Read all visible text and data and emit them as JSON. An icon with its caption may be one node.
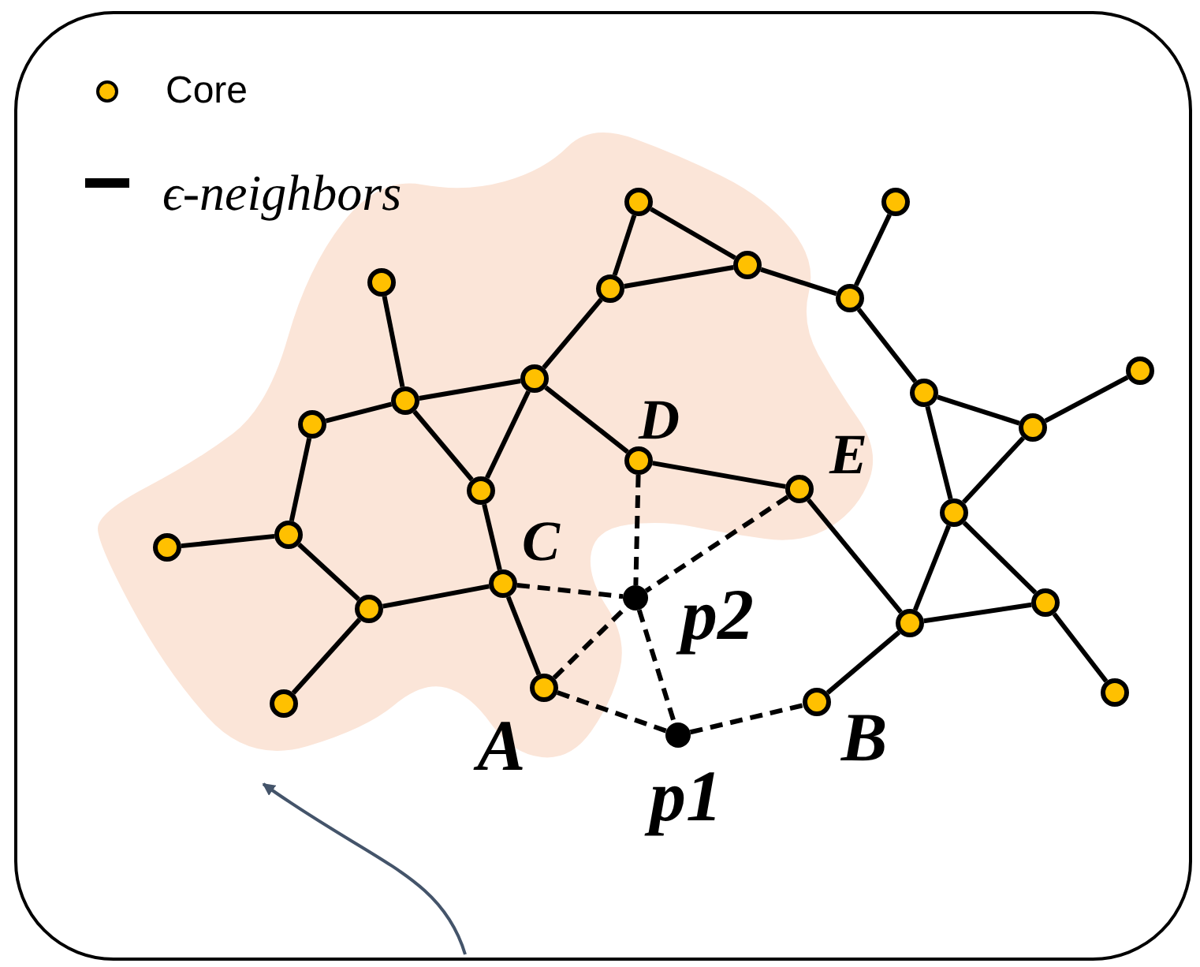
{
  "diagram": {
    "nodes": [
      {
        "text": [],
        "shape": "cloud"
      },
      {
        "text": [],
        "shape": "circle",
        "in": 0
      },
      {
        "text": [],
        "shape": "circle",
        "in": 0
      },
      {
        "text": [],
        "shape": "circle"
      },
      {
        "text": [],
        "shape": "circle",
        "in": 0
      },
      {
        "text": [],
        "shape": "circle",
        "in": 0
      },
      {
        "text": [],
        "shape": "circle"
      },
      {
        "text": [],
        "shape": "circle",
        "in": 0
      },
      {
        "text": [],
        "shape": "circle",
        "in": 0
      },
      {
        "text": [],
        "shape": "circle",
        "in": 0
      },
      {
        "text": [],
        "shape": "circle"
      },
      {
        "text": [],
        "shape": "circle"
      },
      {
        "text": [],
        "shape": "circle"
      },
      {
        "text": [],
        "shape": "circle",
        "in": 0
      },
      {
        "text": [],
        "shape": "circle",
        "beside": [
          "D"
        ],
        "in": 0
      },
      {
        "text": [],
        "shape": "circle",
        "beside": [
          "E"
        ],
        "in": 0
      },
      {
        "text": [],
        "shape": "circle"
      },
      {
        "text": [],
        "shape": "circle",
        "in": 0
      },
      {
        "text": [],
        "shape": "circle",
        "in": 0
      },
      {
        "text": [],
        "shape": "circle",
        "beside": [
          "C"
        ],
        "in": 0
      },
      {
        "text": [],
        "shape": "circle",
        "in": 0
      },
      {
        "text": [],
        "shape": "circle"
      },
      {
        "text": [],
        "shape": "circle"
      },
      {
        "text": [],
        "shape": "circle",
        "beside": [
          "A"
        ],
        "in": 0
      },
      {
        "text": [],
        "shape": "circle",
        "beside": [
          "B"
        ]
      },
      {
        "text": [],
        "shape": "circle",
        "in": 0
      },
      {
        "text": [],
        "shape": "circle"
      },
      {
        "text": [],
        "shape": "circle",
        "beside": [
          "p2"
        ]
      },
      {
        "text": [],
        "shape": "circle",
        "beside": [
          "p1"
        ]
      }
    ],
    "edges": [
      {
        "from": 1,
        "to": 7,
        "arrow": "none"
      },
      {
        "from": 7,
        "to": 9,
        "arrow": "none"
      },
      {
        "from": 7,
        "to": 8,
        "arrow": "none"
      },
      {
        "from": 7,
        "to": 13,
        "arrow": "none"
      },
      {
        "from": 8,
        "to": 13,
        "arrow": "none"
      },
      {
        "from": 8,
        "to": 4,
        "arrow": "none"
      },
      {
        "from": 8,
        "to": 14,
        "arrow": "none"
      },
      {
        "from": 4,
        "to": 2,
        "arrow": "none"
      },
      {
        "from": 2,
        "to": 5,
        "arrow": "none"
      },
      {
        "from": 4,
        "to": 5,
        "arrow": "none"
      },
      {
        "from": 5,
        "to": 6,
        "arrow": "none"
      },
      {
        "from": 6,
        "to": 3,
        "arrow": "none"
      },
      {
        "from": 6,
        "to": 10,
        "arrow": "none"
      },
      {
        "from": 10,
        "to": 11,
        "arrow": "none"
      },
      {
        "from": 11,
        "to": 12,
        "arrow": "none"
      },
      {
        "from": 10,
        "to": 16,
        "arrow": "none"
      },
      {
        "from": 11,
        "to": 16,
        "arrow": "none"
      },
      {
        "from": 16,
        "to": 21,
        "arrow": "none"
      },
      {
        "from": 16,
        "to": 22,
        "arrow": "none"
      },
      {
        "from": 22,
        "to": 26,
        "arrow": "none"
      },
      {
        "from": 21,
        "to": 22,
        "arrow": "none"
      },
      {
        "from": 21,
        "to": 24,
        "arrow": "none"
      },
      {
        "from": 15,
        "to": 21,
        "arrow": "none"
      },
      {
        "from": 14,
        "to": 15,
        "arrow": "none"
      },
      {
        "from": 9,
        "to": 18,
        "arrow": "none"
      },
      {
        "from": 18,
        "to": 17,
        "arrow": "none"
      },
      {
        "from": 18,
        "to": 20,
        "arrow": "none"
      },
      {
        "from": 20,
        "to": 19,
        "arrow": "none"
      },
      {
        "from": 20,
        "to": 25,
        "arrow": "none"
      },
      {
        "from": 13,
        "to": 19,
        "arrow": "none"
      },
      {
        "from": 19,
        "to": 23,
        "arrow": "none"
      },
      {
        "from": 19,
        "to": 27,
        "arrow": "none",
        "style": "dashed"
      },
      {
        "from": 14,
        "to": 27,
        "arrow": "none",
        "style": "dashed"
      },
      {
        "from": 15,
        "to": 27,
        "arrow": "none",
        "style": "dashed"
      },
      {
        "from": 23,
        "to": 27,
        "arrow": "none",
        "style": "dashed"
      },
      {
        "from": 27,
        "to": 28,
        "arrow": "none",
        "style": "dashed"
      },
      {
        "from": 23,
        "to": 28,
        "arrow": "none",
        "style": "dashed"
      },
      {
        "from": 28,
        "to": 24,
        "arrow": "none",
        "style": "dashed"
      },
      {
        "from": null,
        "to": 0,
        "arrow": "to",
        "color": "#44546a"
      }
    ],
    "legend": [
      {
        "text": "Core",
        "color": "#ffc000"
      },
      {
        "text": "ϵ-neighbors"
      }
    ]
  }
}
